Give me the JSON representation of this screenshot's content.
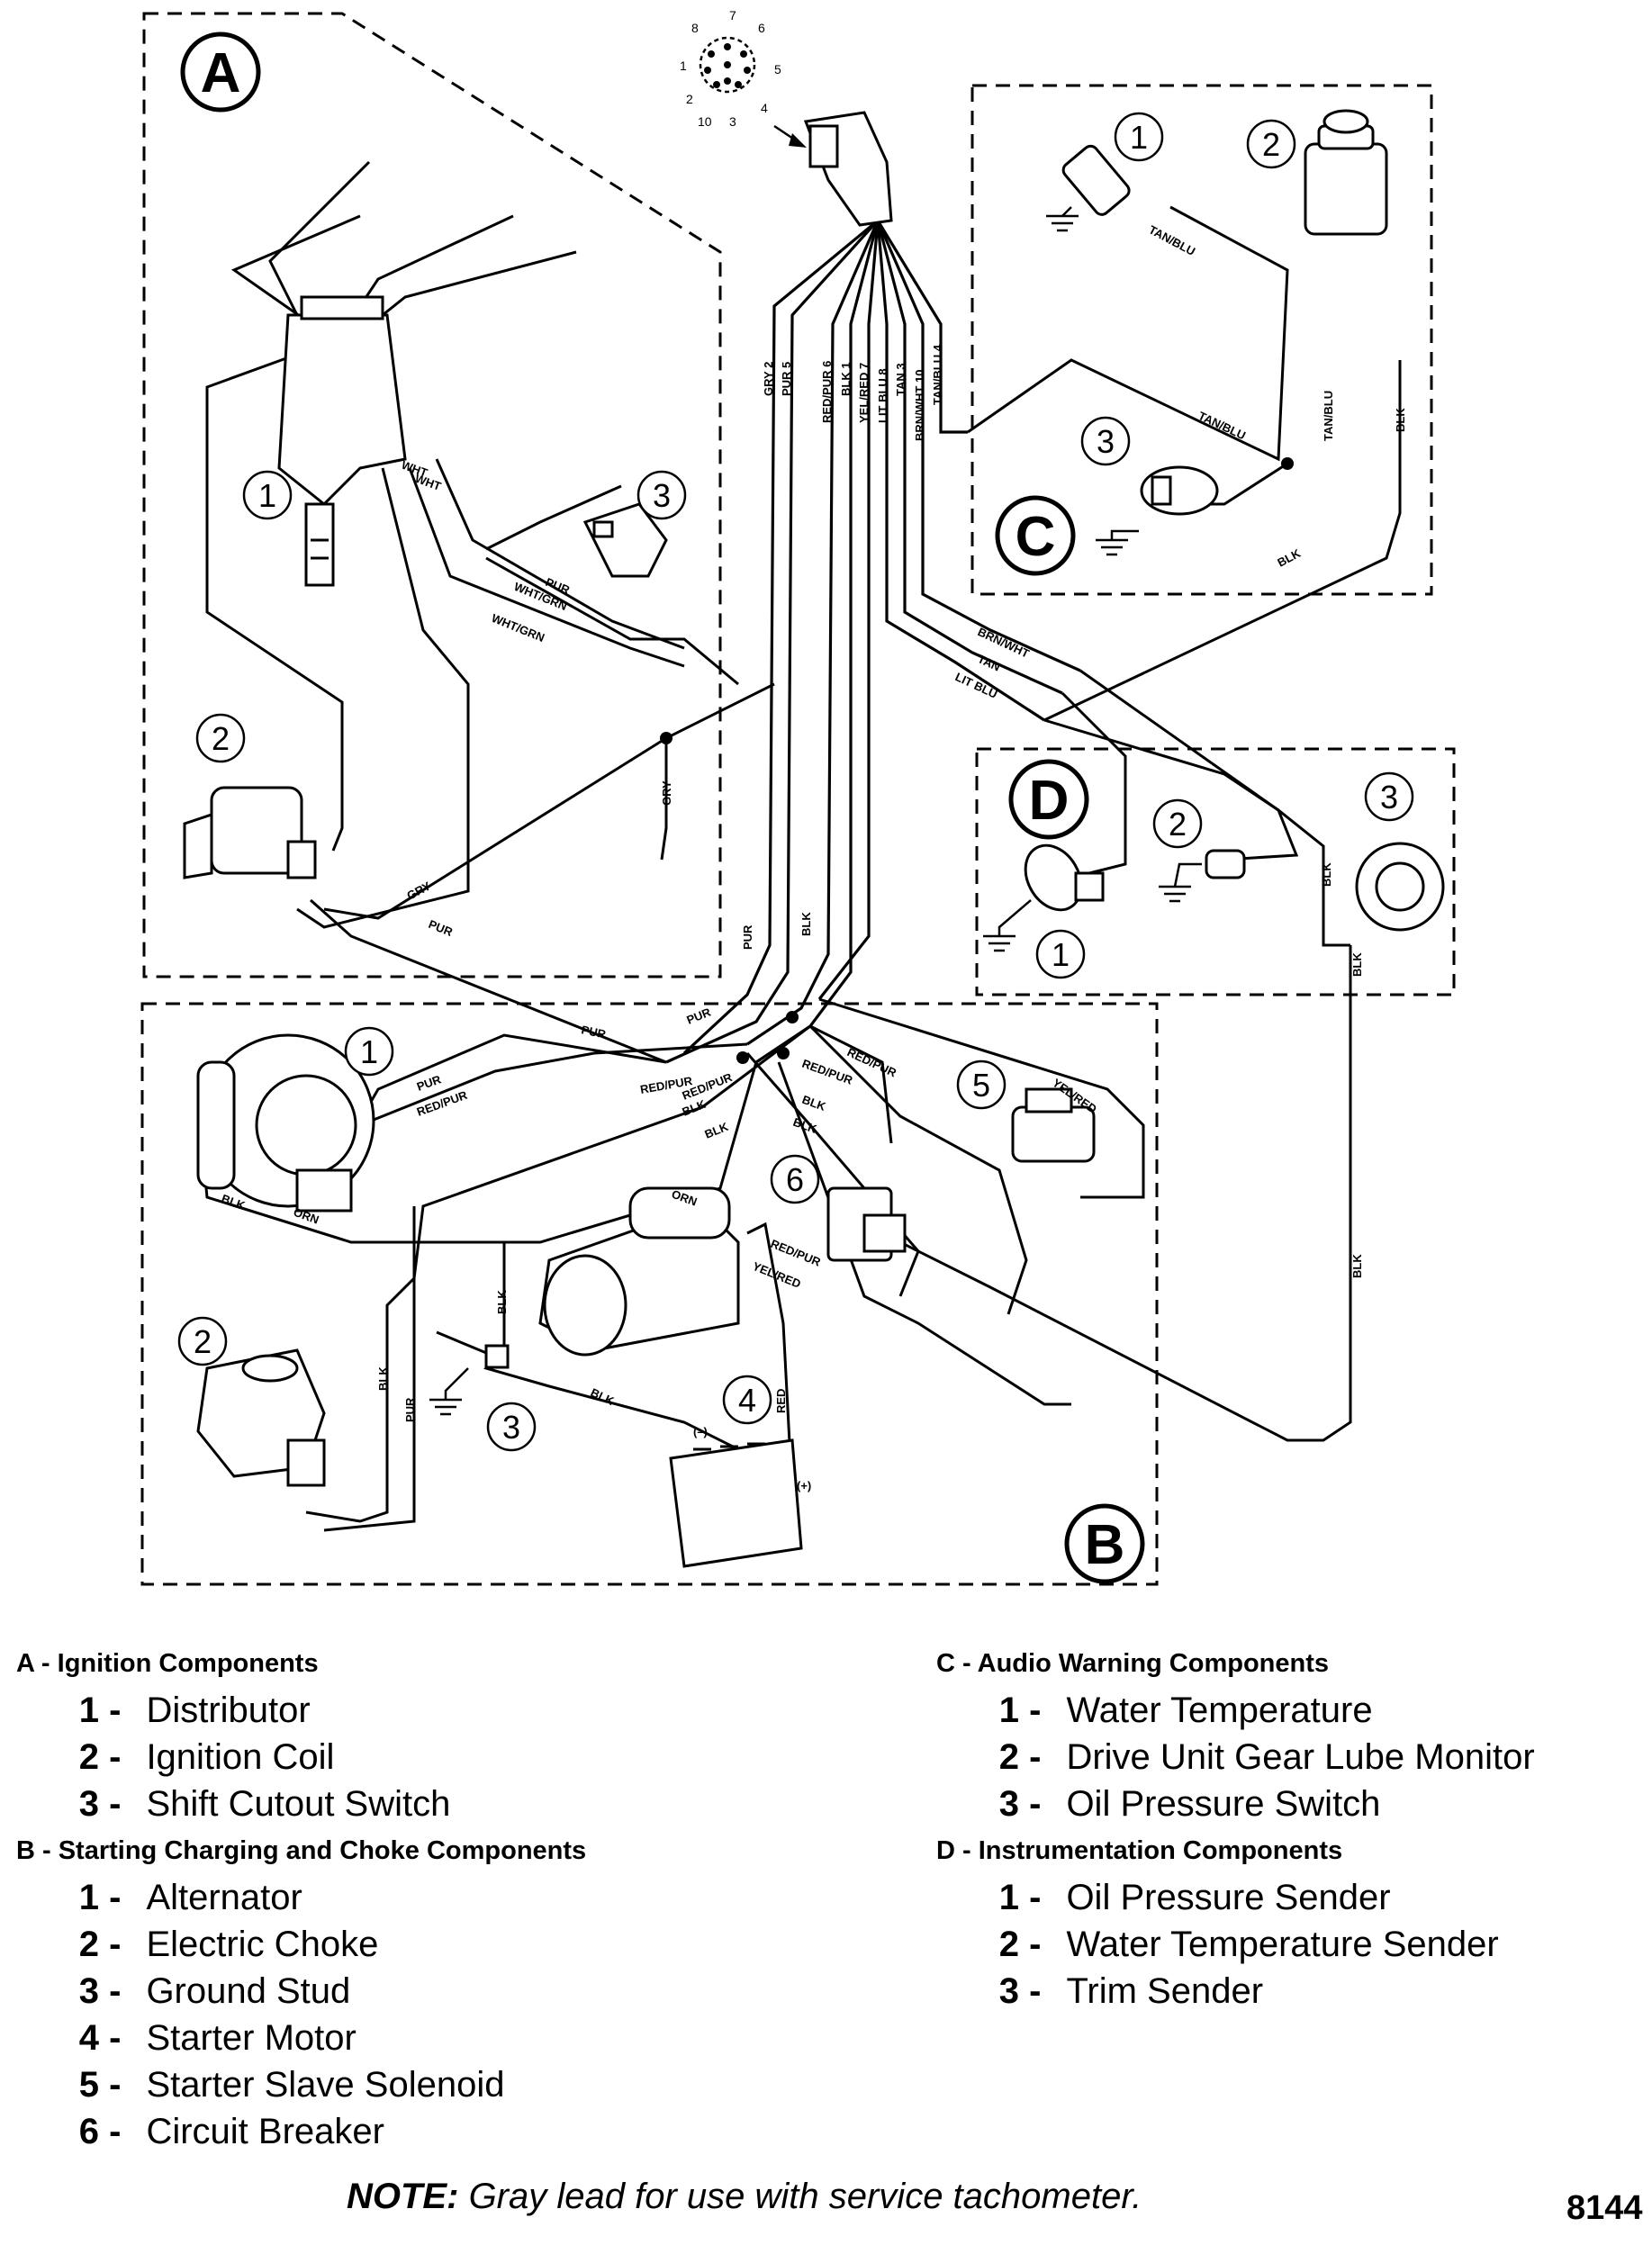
{
  "sections": [
    {
      "letter": "A"
    },
    {
      "letter": "B"
    },
    {
      "letter": "C"
    },
    {
      "letter": "D"
    }
  ],
  "callouts": {
    "a": [
      "1",
      "2",
      "3"
    ],
    "b": [
      "1",
      "2",
      "3",
      "4",
      "5",
      "6"
    ],
    "c": [
      "1",
      "2",
      "3"
    ],
    "d": [
      "1",
      "2",
      "3"
    ]
  },
  "connector_pins": [
    "1",
    "2",
    "3",
    "4",
    "5",
    "6",
    "7",
    "8",
    "10"
  ],
  "harness_wires": [
    "GRY 2",
    "PUR 5",
    "RED/PUR 6",
    "BLK 1",
    "YEL/RED 7",
    "LIT BLU 8",
    "TAN 3",
    "BRN/WHT 10",
    "TAN/BLU 4"
  ],
  "wire_labels": {
    "tan_blu": "TAN/BLU",
    "blk": "BLK",
    "brn_wht": "BRN/WHT",
    "tan": "TAN",
    "lit_blu": "LIT BLU",
    "wht": "WHT",
    "pur": "PUR",
    "wht_grn": "WHT/GRN",
    "gry": "GRY",
    "red_pur": "RED/PUR",
    "yel_red": "YEL/RED",
    "orn": "ORN",
    "red": "RED"
  },
  "battery": {
    "neg": "(–)",
    "pos": "(+)"
  },
  "legend": {
    "left": [
      {
        "title": "A - Ignition Components",
        "items": [
          {
            "num": "1",
            "label": "Distributor"
          },
          {
            "num": "2",
            "label": "Ignition Coil"
          },
          {
            "num": "3",
            "label": "Shift Cutout Switch"
          }
        ]
      },
      {
        "title": "B - Starting Charging and Choke Components",
        "items": [
          {
            "num": "1",
            "label": "Alternator"
          },
          {
            "num": "2",
            "label": "Electric Choke"
          },
          {
            "num": "3",
            "label": "Ground Stud"
          },
          {
            "num": "4",
            "label": "Starter Motor"
          },
          {
            "num": "5",
            "label": "Starter Slave Solenoid"
          },
          {
            "num": "6",
            "label": "Circuit Breaker"
          }
        ]
      }
    ],
    "right": [
      {
        "title": "C - Audio Warning Components",
        "items": [
          {
            "num": "1",
            "label": "Water Temperature"
          },
          {
            "num": "2",
            "label": "Drive Unit Gear Lube Monitor"
          },
          {
            "num": "3",
            "label": "Oil Pressure Switch"
          }
        ]
      },
      {
        "title": "D - Instrumentation Components",
        "items": [
          {
            "num": "1",
            "label": "Oil Pressure Sender"
          },
          {
            "num": "2",
            "label": "Water Temperature Sender"
          },
          {
            "num": "3",
            "label": "Trim Sender"
          }
        ]
      }
    ]
  },
  "note": {
    "prefix": "NOTE:",
    "text": "Gray lead for use with service tachometer."
  },
  "figure_number": "8144"
}
